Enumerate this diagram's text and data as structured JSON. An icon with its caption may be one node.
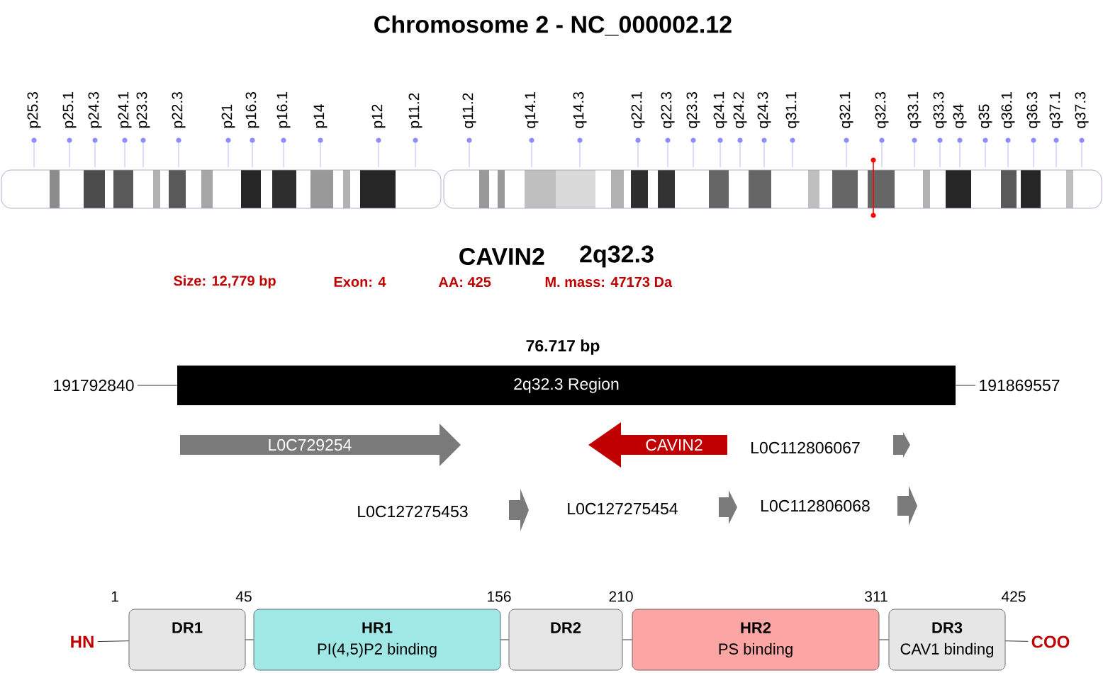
{
  "diagram": {
    "title": "Chromosome 2 - NC_000002.12",
    "nodes": [
      {
        "text": [
          "2q32.3 Region"
        ],
        "beside": [
          "76.717 bp"
        ]
      },
      {
        "text": [
          "191792840"
        ]
      },
      {
        "text": [
          "191869557"
        ]
      },
      {
        "text": [
          "L0C729254"
        ]
      },
      {
        "text": [
          "CAVIN2"
        ]
      },
      {
        "text": [],
        "shape": "arrow",
        "beside": [
          "L0C112806067"
        ]
      },
      {
        "text": [],
        "shape": "arrow",
        "beside": [
          "L0C127275453"
        ]
      },
      {
        "text": [],
        "shape": "arrow",
        "beside": [
          "L0C127275454"
        ]
      },
      {
        "text": [],
        "shape": "arrow",
        "beside": [
          "L0C112806068"
        ]
      },
      {
        "text": [
          "HN"
        ]
      },
      {
        "text": [
          "DR1"
        ]
      },
      {
        "text": [
          "HR1",
          "PI(4,5)P2 binding"
        ]
      },
      {
        "text": [
          "DR2"
        ]
      },
      {
        "text": [
          "HR2",
          "PS binding"
        ]
      },
      {
        "text": [
          "DR3",
          "CAV1 binding"
        ]
      },
      {
        "text": [
          "COO"
        ]
      }
    ],
    "edges": [
      {
        "from": 1,
        "to": 0,
        "arrow": "none"
      },
      {
        "from": 0,
        "to": 2,
        "arrow": "none"
      },
      {
        "from": 9,
        "to": 10,
        "arrow": "none"
      },
      {
        "from": 10,
        "to": 11,
        "arrow": "none"
      },
      {
        "from": 11,
        "to": 12,
        "arrow": "none"
      },
      {
        "from": 12,
        "to": 13,
        "arrow": "none"
      },
      {
        "from": 13,
        "to": 14,
        "arrow": "none"
      },
      {
        "from": 14,
        "to": 15,
        "arrow": "none"
      }
    ],
    "labels": [
      "p25.3",
      "p25.1",
      "p24.3",
      "p24.1",
      "p23.3",
      "p22.3",
      "p21",
      "p16.3",
      "p16.1",
      "p14",
      "p12",
      "p11.2",
      "q11.2",
      "q14.1",
      "q14.3",
      "q22.1",
      "q22.3",
      "q23.3",
      "q24.1",
      "q24.2",
      "q24.3",
      "q31.1",
      "q32.1",
      "q32.3",
      "q33.1",
      "q33.3",
      "q34",
      "q35",
      "q36.1",
      "q36.3",
      "q37.1",
      "q37.3",
      "CAVIN2",
      "2q32.3",
      "Size: 12,779 bp",
      "Exon: 4",
      "AA: 425",
      "M. mass: 47173 Da",
      "1",
      "45",
      "156",
      "210",
      "311",
      "425"
    ]
  }
}
